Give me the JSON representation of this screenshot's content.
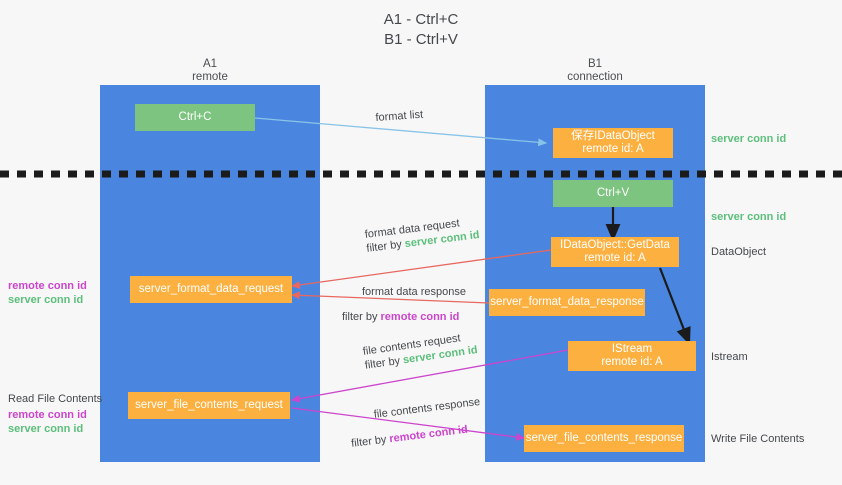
{
  "title": {
    "line1": "A1 - Ctrl+C",
    "line2": "B1 - Ctrl+V"
  },
  "columns": [
    {
      "id": "a1",
      "name": "A1",
      "sub": "remote"
    },
    {
      "id": "b1",
      "name": "B1",
      "sub": "connection"
    }
  ],
  "nodes": {
    "ctrl_c": {
      "label": "Ctrl+C",
      "color": "green"
    },
    "save_idataobject": {
      "line1": "保存IDataObject",
      "line2": "remote id: A",
      "color": "orange"
    },
    "ctrl_v": {
      "label": "Ctrl+V",
      "color": "green"
    },
    "getdata": {
      "line1": "IDataObject::GetData",
      "line2": "remote id: A",
      "color": "orange"
    },
    "istream": {
      "line1": "IStream",
      "line2": "remote id: A",
      "color": "orange"
    },
    "fmt_req": {
      "label": "server_format_data_request",
      "color": "orange"
    },
    "fmt_resp": {
      "label": "server_format_data_response",
      "color": "orange"
    },
    "file_req": {
      "label": "server_file_contents_request",
      "color": "orange"
    },
    "file_resp": {
      "label": "server_file_contents_response",
      "color": "orange"
    }
  },
  "edge_labels": {
    "format_list": "format list",
    "fmt_req_l1": "format data request",
    "fmt_req_filter_pre": "filter by ",
    "fmt_req_filter_key": "server conn id",
    "fmt_resp_l1": "format data response",
    "fmt_resp_filter_pre": "filter by ",
    "fmt_resp_filter_key": "remote conn id",
    "file_req_l1": "file contents request",
    "file_req_filter_pre": "filter by ",
    "file_req_filter_key": "server conn id",
    "file_resp_l1": "file contents response",
    "file_resp_filter_pre": "filter by ",
    "file_resp_filter_key": "remote conn id"
  },
  "right_labels": [
    {
      "text": "server conn id",
      "kind": "green"
    },
    {
      "text": "server conn id",
      "kind": "green"
    },
    {
      "text": "DataObject",
      "kind": "plain"
    },
    {
      "text": "Istream",
      "kind": "plain"
    },
    {
      "text": "Write File Contents",
      "kind": "plain"
    }
  ],
  "left_labels": {
    "fmt_remote": "remote conn id",
    "fmt_server": "server conn id",
    "read_file_contents": "Read File Contents",
    "file_remote": "remote conn id",
    "file_server": "server conn id"
  },
  "colors": {
    "lane": "#4a86e0",
    "green_node": "#7cc47f",
    "orange_node": "#fcb040",
    "arrow_blue": "#89c4e8",
    "arrow_red": "#e8675f",
    "arrow_magenta": "#cc45cc",
    "arrow_black": "#1b1b1b",
    "text_green": "#5cbf7c",
    "text_magenta": "#cc45cc",
    "background": "#f7f7f7"
  }
}
